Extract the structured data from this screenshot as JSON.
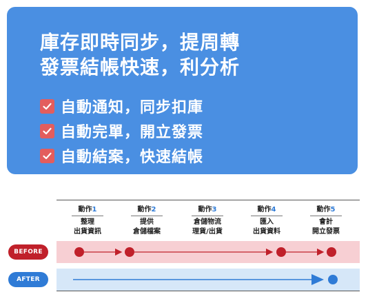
{
  "headline": {
    "line1": "庫存即時同步，提周轉",
    "line2": "發票結帳快速，利分析"
  },
  "features": [
    {
      "text": "自動通知，同步扣庫"
    },
    {
      "text": "自動完單，開立發票"
    },
    {
      "text": "自動結案，快速結帳"
    }
  ],
  "steps": [
    {
      "label": "動作",
      "num": "1",
      "desc_line1": "整理",
      "desc_line2": "出貨資訊"
    },
    {
      "label": "動作",
      "num": "2",
      "desc_line1": "提供",
      "desc_line2": "倉儲檔案"
    },
    {
      "label": "動作",
      "num": "3",
      "desc_line1": "倉儲物流",
      "desc_line2": "理貨/出貨"
    },
    {
      "label": "動作",
      "num": "4",
      "desc_line1": "匯入",
      "desc_line2": "出貨資料"
    },
    {
      "label": "動作",
      "num": "5",
      "desc_line1": "會計",
      "desc_line2": "開立發票"
    }
  ],
  "rows": {
    "before": {
      "label": "BEFORE",
      "color": "#c0202a",
      "band": "#f7cfd3",
      "stops": [
        1,
        2,
        4,
        5
      ]
    },
    "after": {
      "label": "AFTER",
      "color": "#2f7bd6",
      "band": "#d6e7f8",
      "stops": [
        5
      ]
    }
  },
  "colors": {
    "card": "#4a8fe2",
    "check": "#e35d5d"
  },
  "icons": {
    "feature_bullet": "checkbox-checked-icon"
  }
}
